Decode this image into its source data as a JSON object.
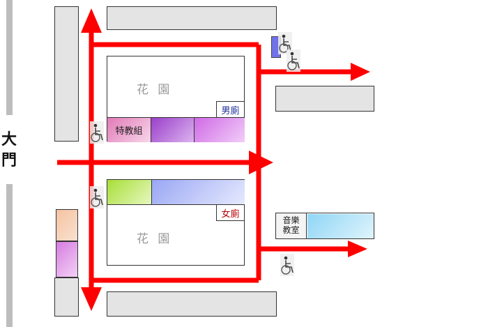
{
  "gate": {
    "char1": "大",
    "char2": "門"
  },
  "gardens": {
    "top": "花 園",
    "bottom": "花 園"
  },
  "rooms": {
    "special_ed": "特教組",
    "mens_restroom": "男廁",
    "womens_restroom": "女廁",
    "music_room_line1": "音樂",
    "music_room_line2": "教室"
  },
  "colors": {
    "route_arrow": "#ff0000",
    "wall_fill": "#e4e4e4",
    "accessible_marker": "#6f72e8"
  },
  "icons": [
    "wheelchair-icon",
    "arrow-icon"
  ]
}
